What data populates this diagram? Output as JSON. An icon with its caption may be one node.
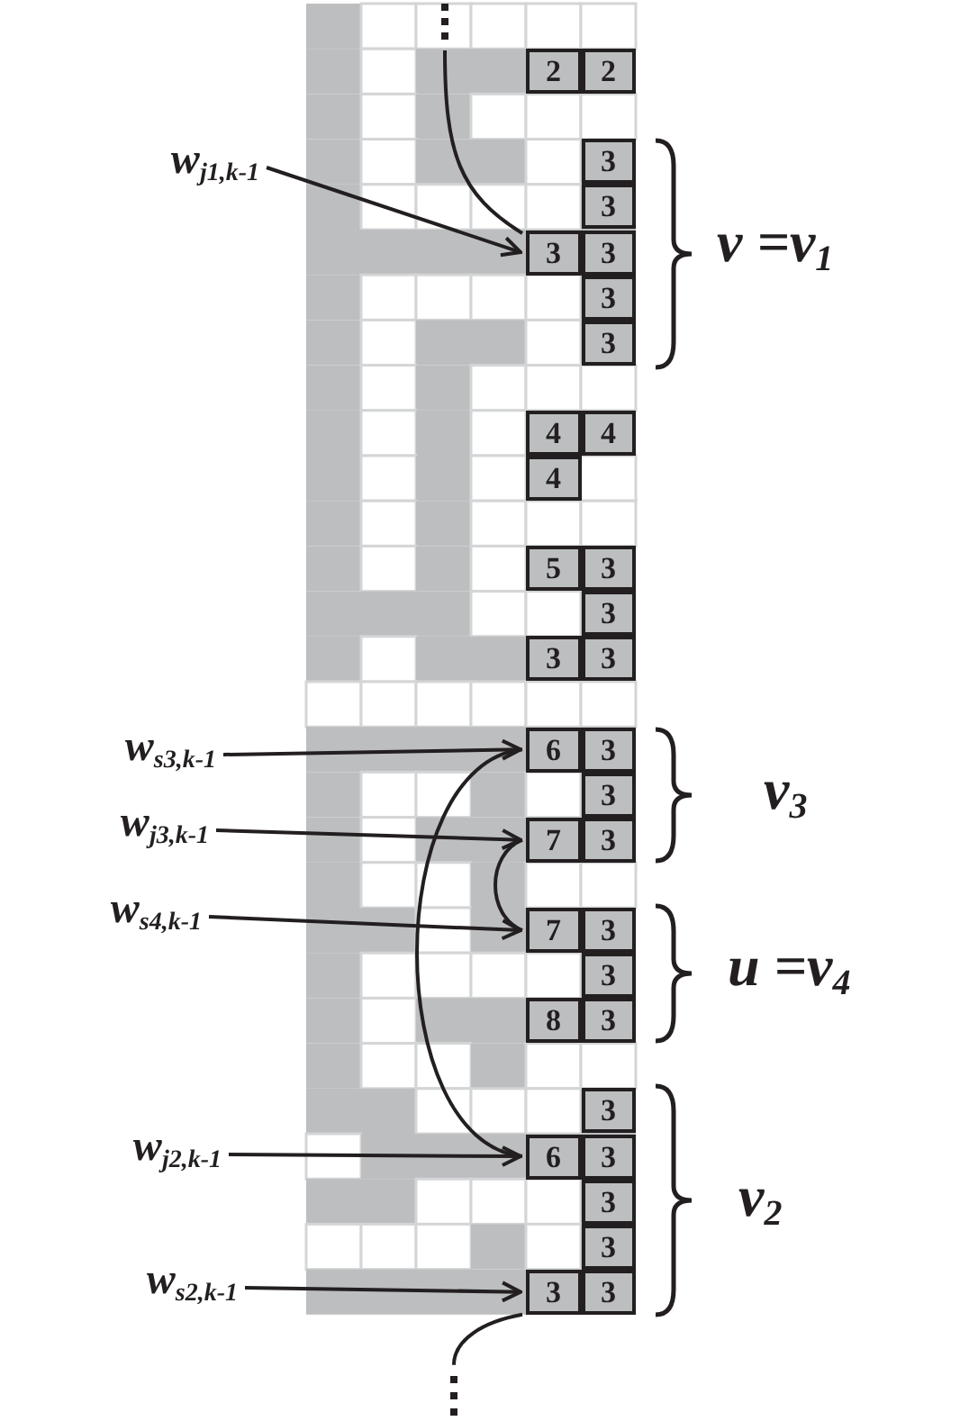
{
  "diagram": {
    "nodes": [
      {
        "text": [
          "2"
        ]
      },
      {
        "text": [
          "2"
        ]
      },
      {
        "text": [
          "3"
        ]
      },
      {
        "text": [
          "3"
        ]
      },
      {
        "text": [
          "3"
        ]
      },
      {
        "text": [
          "3"
        ]
      },
      {
        "text": [
          "3"
        ]
      },
      {
        "text": [
          "3"
        ]
      },
      {
        "text": [
          "4"
        ]
      },
      {
        "text": [
          "4"
        ]
      },
      {
        "text": [
          "4"
        ]
      },
      {
        "text": [
          "5"
        ]
      },
      {
        "text": [
          "3"
        ]
      },
      {
        "text": [
          "3"
        ]
      },
      {
        "text": [
          "3"
        ]
      },
      {
        "text": [
          "3"
        ]
      },
      {
        "text": [
          "6"
        ]
      },
      {
        "text": [
          "3"
        ]
      },
      {
        "text": [
          "3"
        ]
      },
      {
        "text": [
          "7"
        ]
      },
      {
        "text": [
          "3"
        ]
      },
      {
        "text": [
          "7"
        ]
      },
      {
        "text": [
          "3"
        ]
      },
      {
        "text": [
          "3"
        ]
      },
      {
        "text": [
          "8"
        ]
      },
      {
        "text": [
          "3"
        ]
      },
      {
        "text": [
          "3"
        ]
      },
      {
        "text": [
          "6"
        ]
      },
      {
        "text": [
          "3"
        ]
      },
      {
        "text": [
          "3"
        ]
      },
      {
        "text": [
          "3"
        ]
      },
      {
        "text": [
          "3"
        ]
      },
      {
        "text": [
          "3"
        ]
      },
      {
        "text": [
          "w$_{j1,k-1}$"
        ]
      },
      {
        "text": [
          "w$_{s3,k-1}$"
        ]
      },
      {
        "text": [
          "w$_{j3,k-1}$"
        ]
      },
      {
        "text": [
          "w$_{s4,k-1}$"
        ]
      },
      {
        "text": [
          "w$_{j2,k-1}$"
        ]
      },
      {
        "text": [
          "w$_{s2,k-1}$"
        ]
      }
    ],
    "edges": [
      {
        "from": null,
        "to": 4,
        "arrow": "none"
      },
      {
        "from": 33,
        "to": 4,
        "arrow": "to"
      },
      {
        "from": 34,
        "to": 16,
        "arrow": "to"
      },
      {
        "from": 35,
        "to": 19,
        "arrow": "to"
      },
      {
        "from": 36,
        "to": 21,
        "arrow": "to"
      },
      {
        "from": 37,
        "to": 27,
        "arrow": "to"
      },
      {
        "from": 38,
        "to": 31,
        "arrow": "to"
      },
      {
        "from": 16,
        "to": 27,
        "arrow": "none"
      },
      {
        "from": 19,
        "to": 21,
        "arrow": "none"
      },
      {
        "from": 31,
        "to": null,
        "arrow": "none"
      }
    ],
    "labels": [
      "v =v$_{1}$",
      "v$_{3}$",
      "u =v$_{4}$",
      "v$_{2}$"
    ]
  }
}
